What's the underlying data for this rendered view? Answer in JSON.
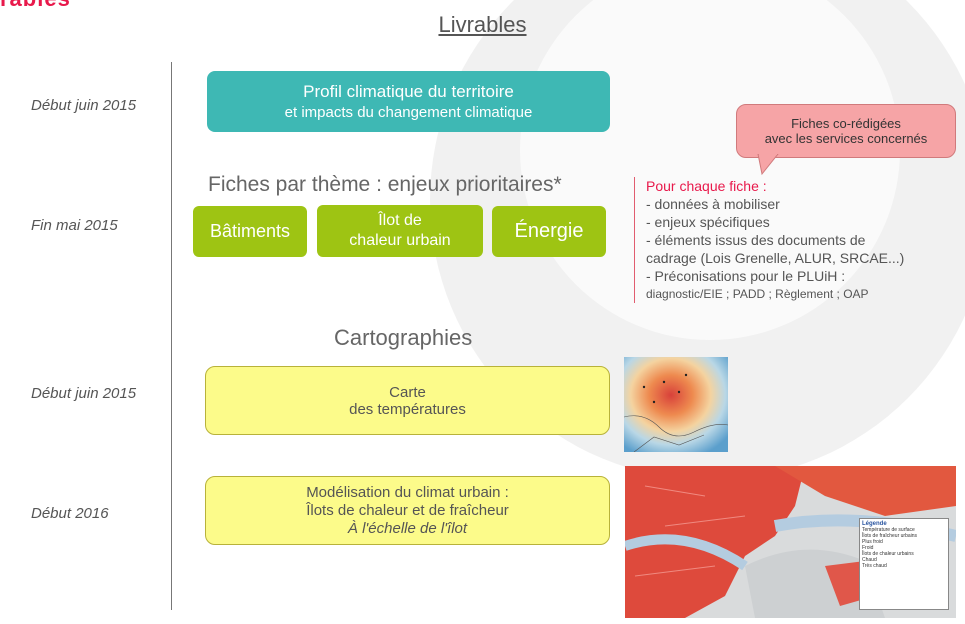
{
  "header": {
    "partial_title": "rables"
  },
  "title": "Livrables",
  "timeline": {
    "dates": [
      "Début juin 2015",
      "Fin mai 2015",
      "Début juin 2015",
      "Début 2016"
    ]
  },
  "profil": {
    "line1": "Profil climatique du territoire",
    "line2": "et impacts du changement climatique"
  },
  "fiches": {
    "heading": "Fiches par thème : enjeux prioritaires*",
    "themes": [
      "Bâtiments",
      "Îlot de",
      "chaleur urbain",
      "Énergie"
    ]
  },
  "callout": {
    "line1": "Fiches co-rédigées",
    "line2": "avec les services concernés"
  },
  "pour_chaque": {
    "header": "Pour chaque fiche :",
    "items": [
      "- données à mobiliser",
      "- enjeux spécifiques",
      "- éléments issus des documents de",
      "cadrage (Lois Grenelle, ALUR, SRCAE...)",
      "- Préconisations pour le PLUiH :",
      "diagnostic/EIE ; PADD ; Règlement ; OAP"
    ]
  },
  "cartographies": {
    "heading": "Cartographies",
    "carte": {
      "line1": "Carte",
      "line2": "des températures"
    },
    "modelisation": {
      "line1": "Modélisation du climat urbain :",
      "line2": "Îlots de chaleur et de fraîcheur",
      "line3": "À l'échelle de l'îlot"
    }
  },
  "legend": {
    "title": "Légende",
    "items": [
      "Température de surface",
      "Îlots de fraîcheur urbains",
      "Plus froid",
      "Froid",
      "Îlots de chaleur urbains",
      "Chaud",
      "Très chaud"
    ]
  },
  "colors": {
    "teal": "#3eb8b4",
    "green": "#9ec413",
    "yellow": "#fcfb8a",
    "pink": "#f6a4a6",
    "red_accent": "#e8194b"
  }
}
